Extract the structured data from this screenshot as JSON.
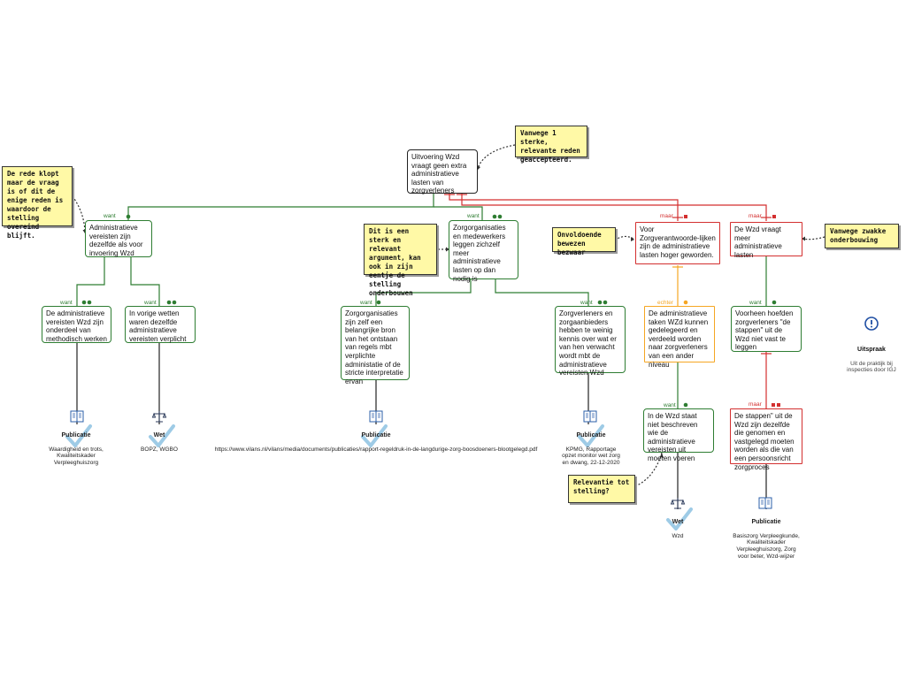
{
  "root": {
    "text": "Uitvoering Wzd vraagt geen extra administratieve lasten van zorgverleners"
  },
  "claims": {
    "c1": {
      "text": "Administratieve vereisten zijn dezelfde  als voor invoering Wzd",
      "label": "want"
    },
    "c2": {
      "text": "Zorgorganisaties en medewerkers leggen zichzelf meer administratieve lasten op dan nodig is",
      "label": "want"
    },
    "c3": {
      "text": "Voor Zorgverantwoorde-lijken zijn de administratieve lasten hoger geworden.",
      "label": "maar"
    },
    "c4": {
      "text": "De Wzd vraagt meer administratieve lasten",
      "label": "maar"
    },
    "c1a": {
      "text": "De administratieve vereisten Wzd zijn onderdeel van methodisch werken",
      "label": "want"
    },
    "c1b": {
      "text": "In vorige wetten waren dezelfde administratieve vereisten verplicht",
      "label": "want"
    },
    "c2a": {
      "text": "Zorgorganisaties zijn zelf een belangrijke bron van het ontstaan van regels mbt verplichte administatie of de stricte interpretatie ervan",
      "label": "want"
    },
    "c2b": {
      "text": "Zorgverleners en zorgaanbieders hebben te weinig kennis over wat er van hen verwacht wordt mbt de administratieve vereisten Wzd",
      "label": "want"
    },
    "c3a": {
      "text": "De administratieve taken WZd kunnen gedelegeerd en verdeeld worden naar zorgverleners van een ander niveau",
      "label": "echter"
    },
    "c3b": {
      "text": "In de Wzd staat niet beschreven wie de administratieve vereisten uit moeten voeren",
      "label": "want"
    },
    "c4a": {
      "text": "Voorheen hoefden zorgverleners \"de stappen\" uit de Wzd niet vast te leggen",
      "label": "want"
    },
    "c4b": {
      "text": "De stappen\" uit de Wzd zijn dezelfde die genomen en vastgelegd moeten worden als die van een persoonsricht zorgproces",
      "label": "maar"
    }
  },
  "notes": {
    "n1": "De rede klopt maar de vraag is of dit de enige reden is waardoor de stelling overeind blijft.",
    "n2": "Vanwege 1 sterke, relevante reden geaccepteerd.",
    "n3": "Dit is een sterk en relevant argument, kan ook in zijn eentje de stelling onderbouwen",
    "n4": "Onvoldoende bewezen bezwaar",
    "n5": "Vanwege zwakke onderbouwing",
    "n6": "Relevantie tot stelling?"
  },
  "sources": {
    "s1": {
      "title": "Publicatie",
      "text": "Waardigheid en trots, Kwaliteitskader Verpleeghuiszorg",
      "icon": "book-icon"
    },
    "s2": {
      "title": "Wet",
      "text": "BOPZ, WGBO",
      "icon": "scales-icon"
    },
    "s3": {
      "title": "Publicatie",
      "text": "https://www.vilans.nl/vilans/media/documents/publicaties/rapport-regeldruk-in-de-langdurige-zorg-boosdoeners-blootgelegd.pdf",
      "icon": "book-icon"
    },
    "s4": {
      "title": "Publicatie",
      "text": "KPMG, Rapportage opzet monitor wet zorg en dwang, 22-12-2020",
      "icon": "book-icon"
    },
    "s5": {
      "title": "Wet",
      "text": "Wzd",
      "icon": "scales-icon"
    },
    "s6": {
      "title": "Publicatie",
      "text": "Basiszorg Verpleegkunde, Kwaliteitskader Verpleeghuiszorg, Zorg voor beter, Wzd-wijzer",
      "icon": "book-icon"
    }
  },
  "uitspraak": {
    "title": "Uitspraak",
    "text": "Uit de praktijk bij inspecties door IGJ",
    "icon": "exclamation-icon"
  },
  "colors": {
    "support": "#2e7d32",
    "objection": "#d32f2f",
    "rebuttal": "#f5a623",
    "check": "#9ecbe6"
  }
}
